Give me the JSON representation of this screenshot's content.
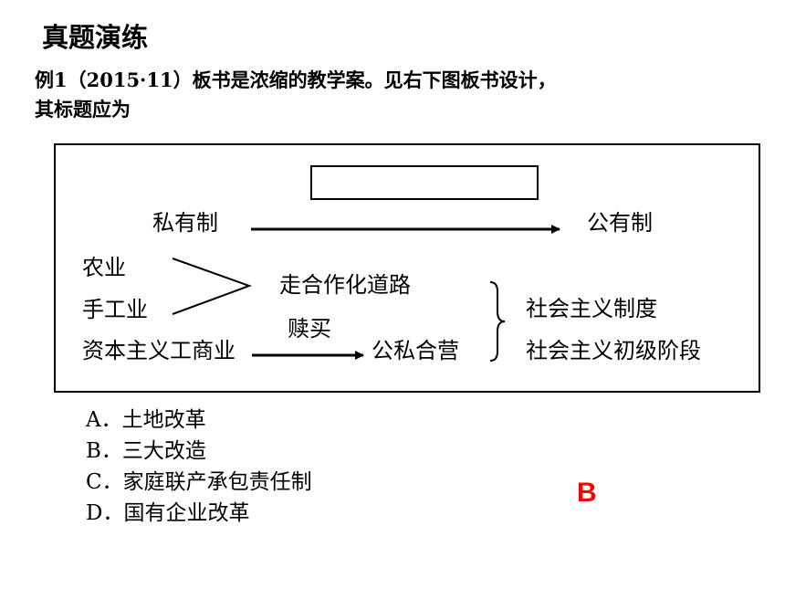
{
  "title": "真题演练",
  "question": {
    "line1": "例1（2015·11）板书是浓缩的教学案。见右下图板书设计，",
    "line2": "其标题应为"
  },
  "board": {
    "private_ownership": "私有制",
    "public_ownership": "公有制",
    "agriculture": "农业",
    "handicraft": "手工业",
    "capitalist_industry_commerce": "资本主义工商业",
    "cooperative_road": "走合作化道路",
    "redemption": "赎买",
    "joint_state_private": "公私合营",
    "socialist_system": "社会主义制度",
    "primary_stage": "社会主义初级阶段"
  },
  "options": [
    {
      "letter": "A．",
      "text": "土地改革"
    },
    {
      "letter": "B．",
      "text": "三大改造"
    },
    {
      "letter": "C．",
      "text": "家庭联产承包责任制"
    },
    {
      "letter": "D．",
      "text": "国有企业改革"
    }
  ],
  "answer": "B"
}
